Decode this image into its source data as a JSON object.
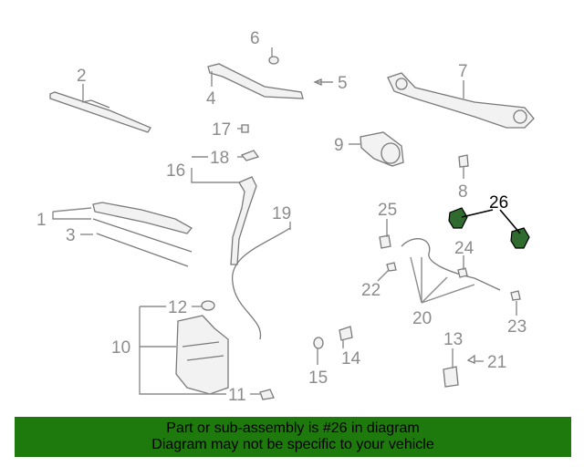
{
  "callouts": {
    "c1": "1",
    "c2": "2",
    "c3": "3",
    "c4": "4",
    "c5": "5",
    "c6": "6",
    "c7": "7",
    "c8": "8",
    "c9": "9",
    "c10": "10",
    "c11": "11",
    "c12": "12",
    "c13": "13",
    "c14": "14",
    "c15": "15",
    "c16": "16",
    "c17": "17",
    "c18": "18",
    "c19": "19",
    "c20": "20",
    "c21": "21",
    "c22": "22",
    "c23": "23",
    "c24": "24",
    "c25": "25",
    "c26": "26"
  },
  "highlight": {
    "part_number": "26",
    "color": "#2f6b2f"
  },
  "footer": {
    "line1": "Part or sub-assembly is #26 in diagram",
    "line2": "Diagram may not be specific to your vehicle",
    "background": "#1f7a0d",
    "text_color": "#000000"
  }
}
